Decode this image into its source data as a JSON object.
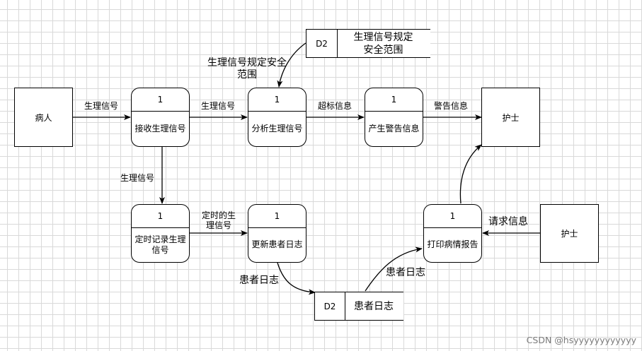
{
  "entities": {
    "patient": "病人",
    "nurse_top": "护士",
    "nurse_bottom": "护士"
  },
  "processes": {
    "receive": {
      "num": "1",
      "name": "接收生理信号"
    },
    "analyze": {
      "num": "1",
      "name": "分析生理信号"
    },
    "alarm": {
      "num": "1",
      "name": "产生警告信息"
    },
    "record": {
      "num": "1",
      "name": "定时记录生理信号"
    },
    "update": {
      "num": "1",
      "name": "更新患者日志"
    },
    "print": {
      "num": "1",
      "name": "打印病情报告"
    }
  },
  "stores": {
    "range": {
      "id": "D2",
      "name": "生理信号规定安全范围"
    },
    "log": {
      "id": "D2",
      "name": "患者日志"
    }
  },
  "flows": {
    "patient_to_receive": "生理信号",
    "receive_to_analyze": "生理信号",
    "analyze_to_alarm": "超标信息",
    "alarm_to_nurse": "警告信息",
    "receive_to_record": "生理信号",
    "record_to_update": "定时的生理信号",
    "range_to_analyze": "生理信号规定安全范围",
    "update_to_log": "患者日志",
    "log_to_print": "患者日志",
    "nurse_to_print": "请求信息"
  },
  "watermark": "CSDN @hsyyyyyyyyyyyy"
}
